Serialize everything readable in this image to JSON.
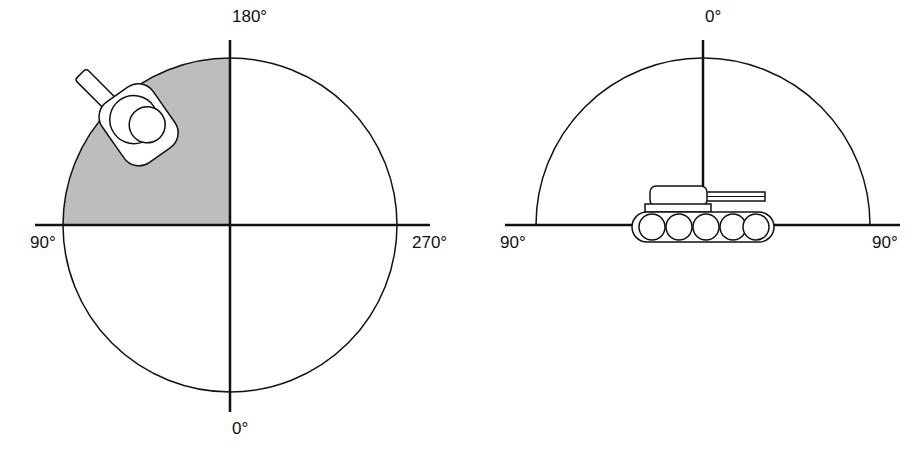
{
  "diagram": {
    "labels": [
      "180°",
      "90°",
      "270°",
      "0°",
      "0°",
      "90°",
      "90°"
    ]
  }
}
